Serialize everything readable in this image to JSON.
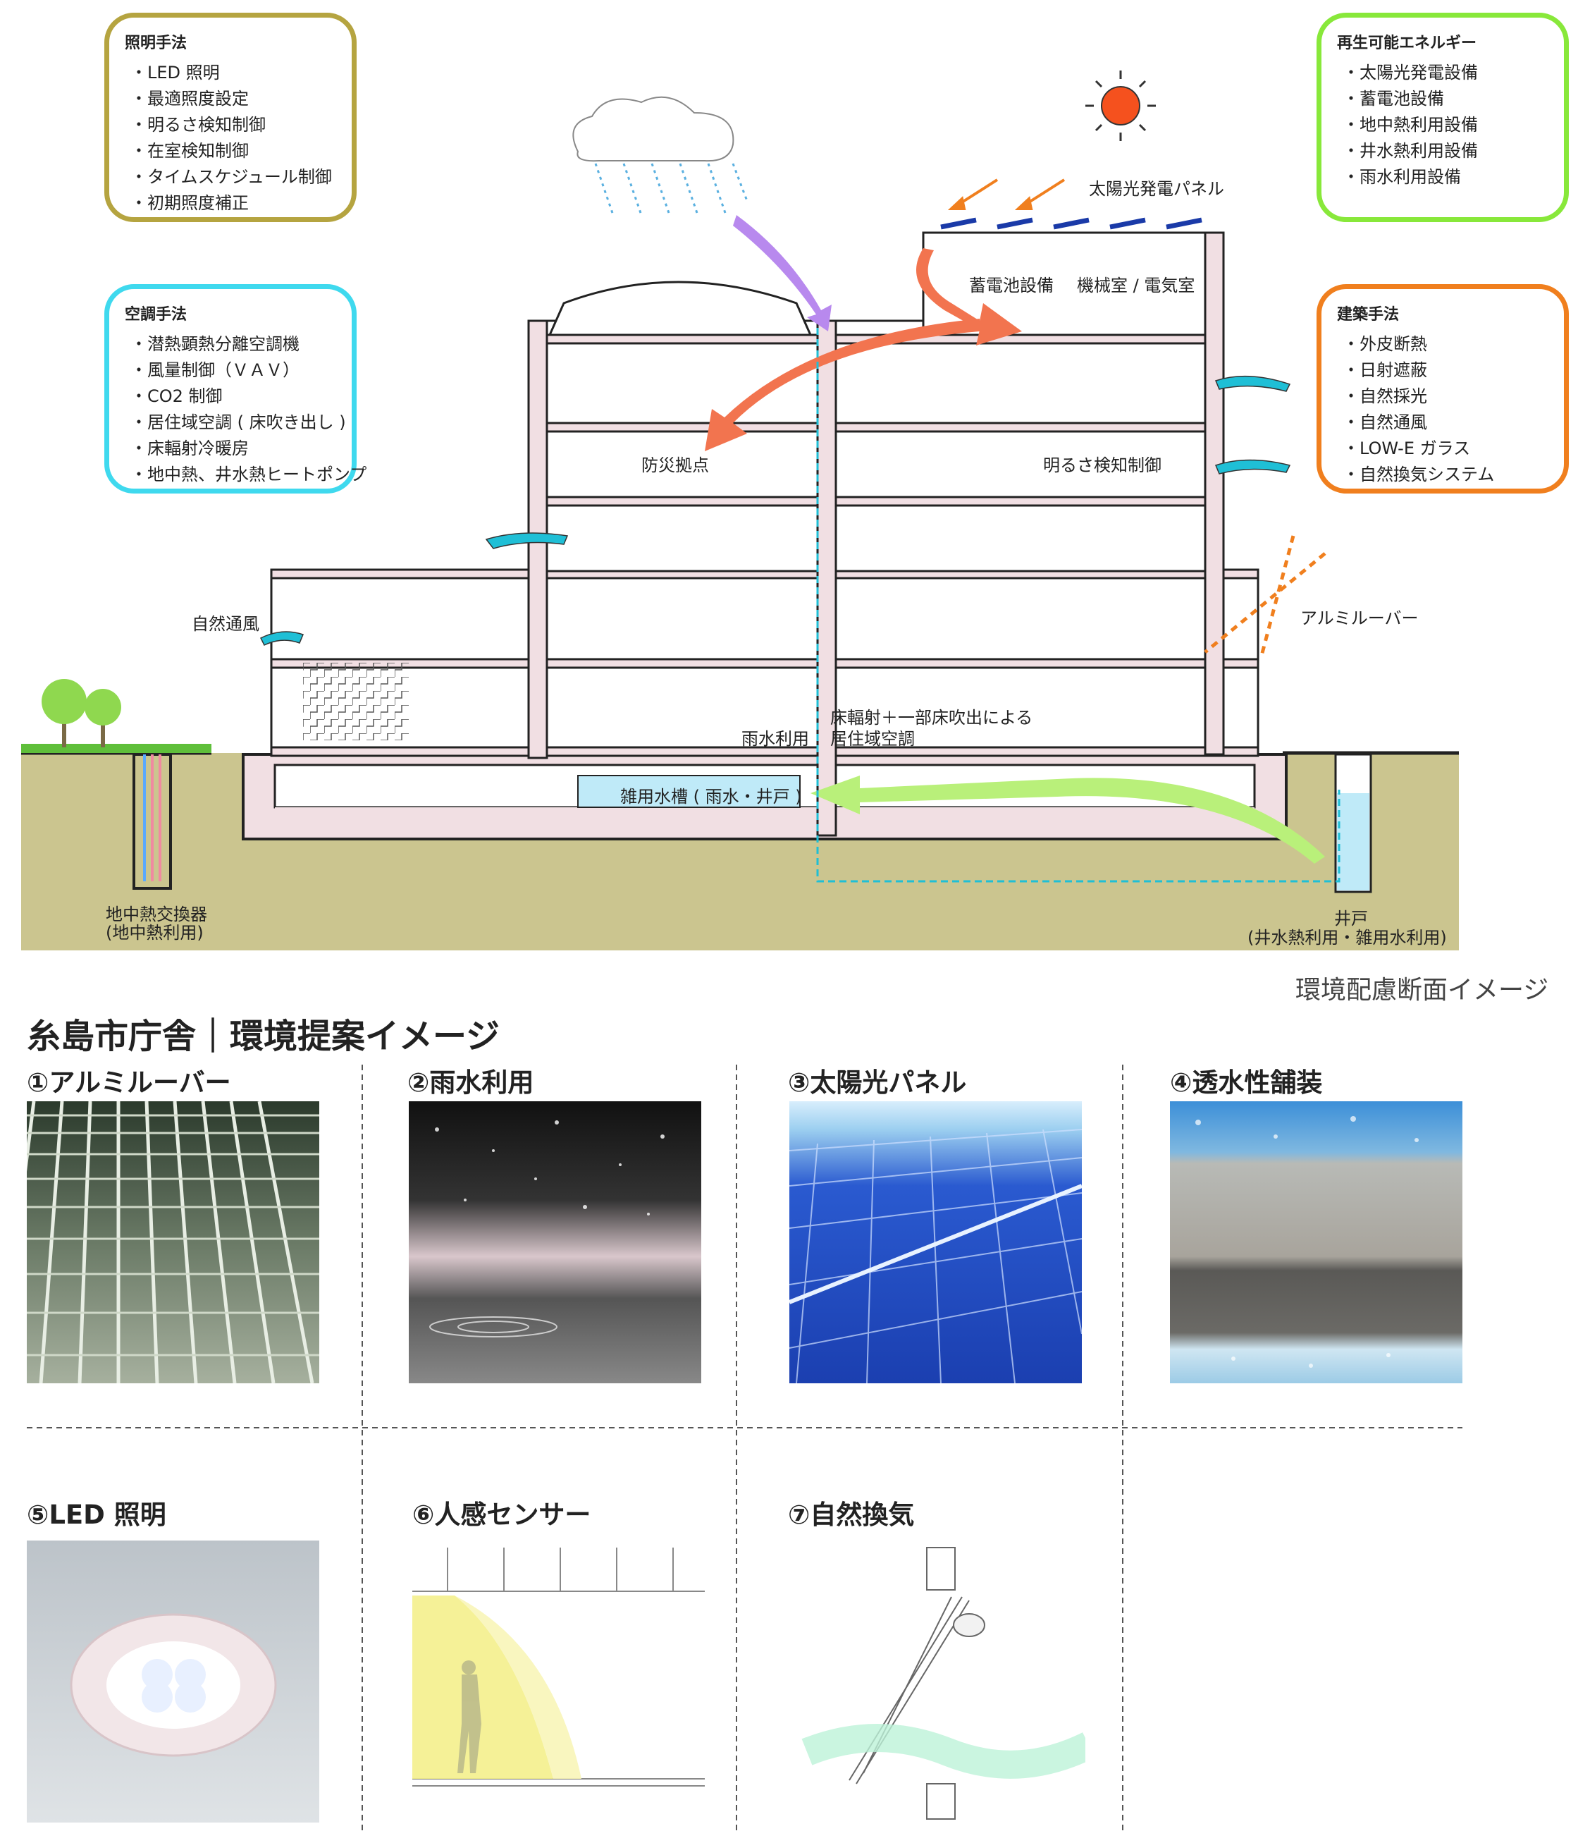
{
  "section": {
    "lighting": {
      "title": "照明手法",
      "items": [
        "LED 照明",
        "最適照度設定",
        "明るさ検知制御",
        "在室検知制御",
        "タイムスケジュール制御",
        "初期照度補正"
      ],
      "color": "#b5a440"
    },
    "aircon": {
      "title": "空調手法",
      "items": [
        "潜熱顕熱分離空調機",
        "風量制御（ＶＡＶ）",
        "CO2 制御",
        "居住域空調 ( 床吹き出し )",
        "床輻射冷暖房",
        "地中熱、井水熱ヒートポンプ"
      ],
      "color": "#3fd9ee"
    },
    "renewable": {
      "title": "再生可能エネルギー",
      "items": [
        "太陽光発電設備",
        "蓄電池設備",
        "地中熱利用設備",
        "井水熱利用設備",
        "雨水利用設備"
      ],
      "color": "#88e83a"
    },
    "architecture": {
      "title": "建築手法",
      "items": [
        "外皮断熱",
        "日射遮蔽",
        "自然採光",
        "自然通風",
        "LOW-E ガラス",
        "自然換気システム"
      ],
      "color": "#f07f1e"
    },
    "labels": {
      "solar_panel": "太陽光発電パネル",
      "battery": "蓄電池設備",
      "machine_room": "機械室 / 電気室",
      "disaster_base": "防災拠点",
      "brightness": "明るさ検知制御",
      "natural_vent": "自然通風",
      "louver": "アルミルーバー",
      "floor_radiant_1": "床輻射＋一部床吹出による",
      "floor_radiant_2": "居住域空調",
      "rainwater_use": "雨水利用",
      "tank": "雑用水槽 ( 雨水・井戸 )",
      "geo_1": "地中熱交換器",
      "geo_2": "(地中熱利用)",
      "well_1": "井戸",
      "well_2": "(井水熱利用・雑用水利用)",
      "caption": "環境配慮断面イメージ"
    }
  },
  "proposal": {
    "heading": "糸島市庁舎｜環境提案イメージ",
    "items": [
      {
        "label": "①アルミルーバー",
        "icon": "louver-photo"
      },
      {
        "label": "②雨水利用",
        "icon": "rain-photo"
      },
      {
        "label": "③太陽光パネル",
        "icon": "solar-photo"
      },
      {
        "label": "④透水性舗装",
        "icon": "paving-photo"
      },
      {
        "label": "⑤LED 照明",
        "icon": "led-photo"
      },
      {
        "label": "⑥人感センサー",
        "icon": "sensor-illustration"
      },
      {
        "label": "⑦自然換気",
        "icon": "window-illustration"
      }
    ]
  },
  "colors": {
    "ground": "#cbc58f",
    "slab": "#f1dfe3",
    "heat_arrow": "#f2744f",
    "water_arrow": "#b9f07a",
    "rain_arrow": "#b889ee",
    "dash": "#1fbfd6",
    "orange": "#f07f1e"
  }
}
